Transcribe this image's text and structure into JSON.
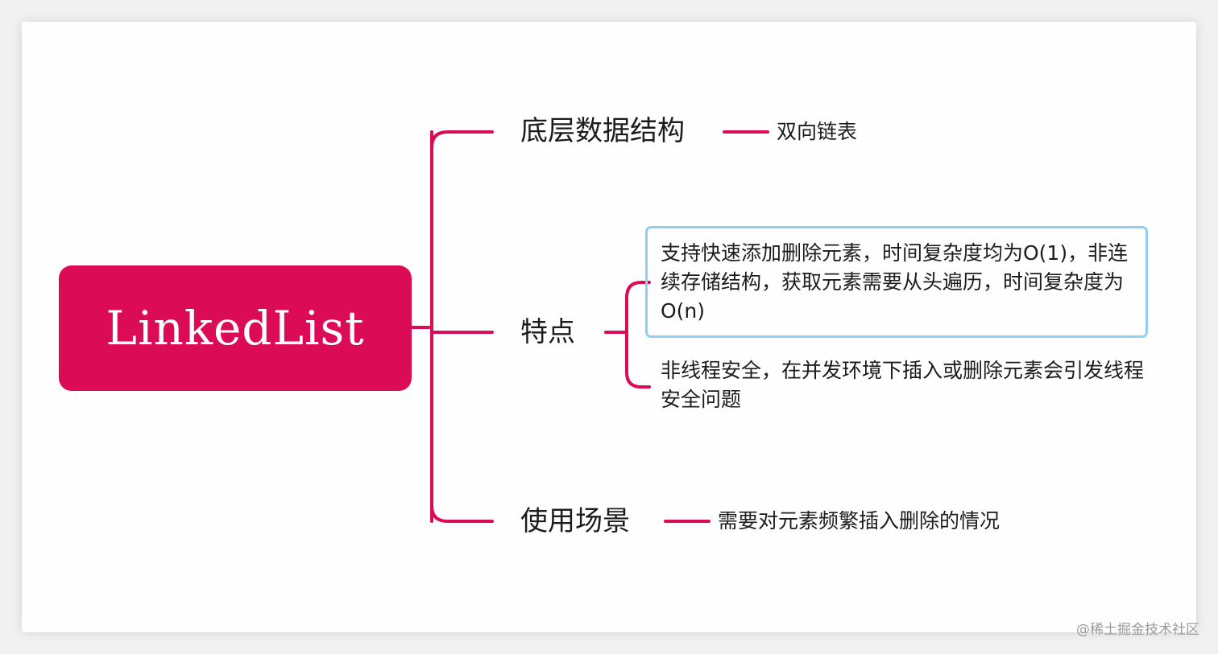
{
  "colors": {
    "accent": "#dc0b56",
    "highlight_border": "#8fd0f0"
  },
  "root": {
    "label": "LinkedList"
  },
  "branches": [
    {
      "id": "structure",
      "label": "底层数据结构",
      "leaves": [
        "双向链表"
      ]
    },
    {
      "id": "features",
      "label": "特点",
      "leaves": [
        "支持快速添加删除元素，时间复杂度均为O(1)，非连续存储结构，获取元素需要从头遍历，时间复杂度为O(n)",
        "非线程安全，在并发环境下插入或删除元素会引发线程安全问题"
      ]
    },
    {
      "id": "usage",
      "label": "使用场景",
      "leaves": [
        "需要对元素频繁插入删除的情况"
      ]
    }
  ],
  "watermark": "@稀土掘金技术社区"
}
